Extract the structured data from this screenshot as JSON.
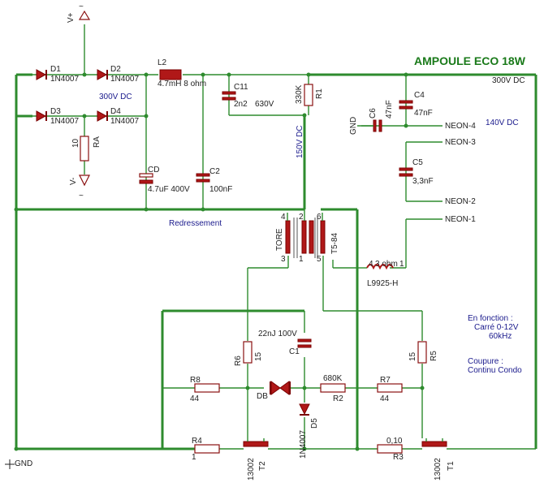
{
  "title": "AMPOULE ECO 18W",
  "supply": {
    "vplus": "V+",
    "vminus": "V-",
    "tilde": "~",
    "gnd": "GND"
  },
  "volt_notes": {
    "dc300a": "300V DC",
    "dc300b": "300V DC",
    "dc150": "150V DC",
    "dc140": "140V DC"
  },
  "diodes": {
    "d1": {
      "ref": "D1",
      "val": "1N4007"
    },
    "d2": {
      "ref": "D2",
      "val": "1N4007"
    },
    "d3": {
      "ref": "D3",
      "val": "1N4007"
    },
    "d4": {
      "ref": "D4",
      "val": "1N4007"
    },
    "d5": {
      "ref": "D5",
      "val": "1N4007"
    },
    "db": {
      "ref": "DB"
    }
  },
  "inductors": {
    "l2": {
      "ref": "L2",
      "val": "4.7mH 8 ohm"
    },
    "l9925": {
      "ref": "L9925-H",
      "val": "3 ohm",
      "pin1": "4",
      "pin2": "1"
    }
  },
  "capacitors": {
    "cd": {
      "ref": "CD",
      "val": "4.7uF 400V"
    },
    "c2": {
      "ref": "C2",
      "val": "100nF"
    },
    "c11": {
      "ref": "C11",
      "val": "2n2",
      "val2": "630V"
    },
    "c4": {
      "ref": "C4",
      "val": "47nF"
    },
    "c6": {
      "ref": "C6",
      "val": "47nF"
    },
    "c5": {
      "ref": "C5",
      "val": "3,3nF"
    },
    "c1": {
      "ref": "C1",
      "val": "22nJ 100V"
    }
  },
  "resistors": {
    "r1": {
      "ref": "R1",
      "val": "330K"
    },
    "ra": {
      "ref": "RA",
      "val": "10"
    },
    "r6": {
      "ref": "R6",
      "val": "15"
    },
    "r5": {
      "ref": "R5",
      "val": "15"
    },
    "r8": {
      "ref": "R8",
      "val": "44"
    },
    "r2": {
      "ref": "R2",
      "val": "680K"
    },
    "r7": {
      "ref": "R7",
      "val": "44"
    },
    "r4": {
      "ref": "R4",
      "val": "1"
    },
    "r3": {
      "ref": "R3",
      "val": "0,10"
    }
  },
  "transformer": {
    "ref": "TORE",
    "val": "T5-84",
    "pins": [
      "4",
      "2",
      "6",
      "3",
      "1",
      "5"
    ]
  },
  "transistors": {
    "t1": {
      "ref": "T1",
      "val": "13002"
    },
    "t2": {
      "ref": "T2",
      "val": "13002"
    }
  },
  "neon": [
    "NEON-4",
    "NEON-3",
    "NEON-2",
    "NEON-1"
  ],
  "notes": {
    "redressement": "Redressement",
    "fonction_title": "En fonction :",
    "fonction_1": "Carré 0-12V",
    "fonction_2": "60kHz",
    "coupure_title": "Coupure :",
    "coupure_1": "Continu Condo"
  },
  "colors": {
    "wire": "#2e8b2e",
    "component": "#b01818",
    "text": "#1a1a8c",
    "title": "#1a7a1a"
  }
}
